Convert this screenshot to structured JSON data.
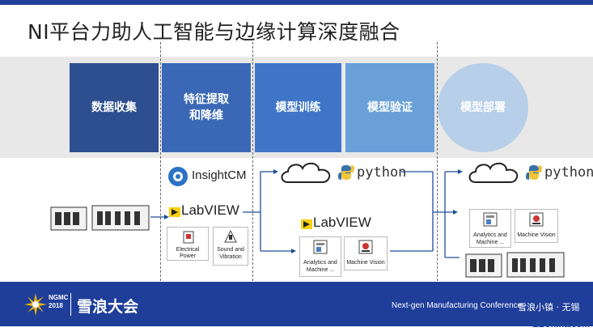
{
  "title": "NI平台力助人工智能与边缘计算深度融合",
  "stages": [
    {
      "label": "数据收集"
    },
    {
      "label": "特征提取",
      "label2": "和降维"
    },
    {
      "label": "模型训练"
    },
    {
      "label": "模型验证"
    },
    {
      "label": "模型部署"
    }
  ],
  "software": {
    "insightcm": "InsightCM",
    "labview": "LabVIEW",
    "python": "python"
  },
  "cards": {
    "electrical_power": "Electrical Power",
    "sound_vibration_1": "Sound and",
    "sound_vibration_2": "Vibration",
    "analytics_1": "Analytics and",
    "analytics_2": "Machine ...",
    "machine_vision": "Machine Vision"
  },
  "footer": {
    "logo_line1": "NGMC",
    "logo_line2": "2018",
    "event_cn": "雪浪大会",
    "event_en": "Next-gen Manufacturing Conference",
    "city": "雪浪小镇 · 无锡"
  },
  "watermark": "EEChina.com",
  "colors": {
    "stage1": "#2d4f8f",
    "stage2": "#3a68b6",
    "stage3": "#3f75c6",
    "stage4": "#69a0d8",
    "stage5": "#b7cfe8",
    "footer": "#1f3e9a"
  },
  "icons": [
    "cloud-icon",
    "python-logo-icon",
    "labview-logo-icon",
    "insightcm-logo-icon",
    "hardware-chassis-icon",
    "ngmc-sun-logo-icon"
  ]
}
